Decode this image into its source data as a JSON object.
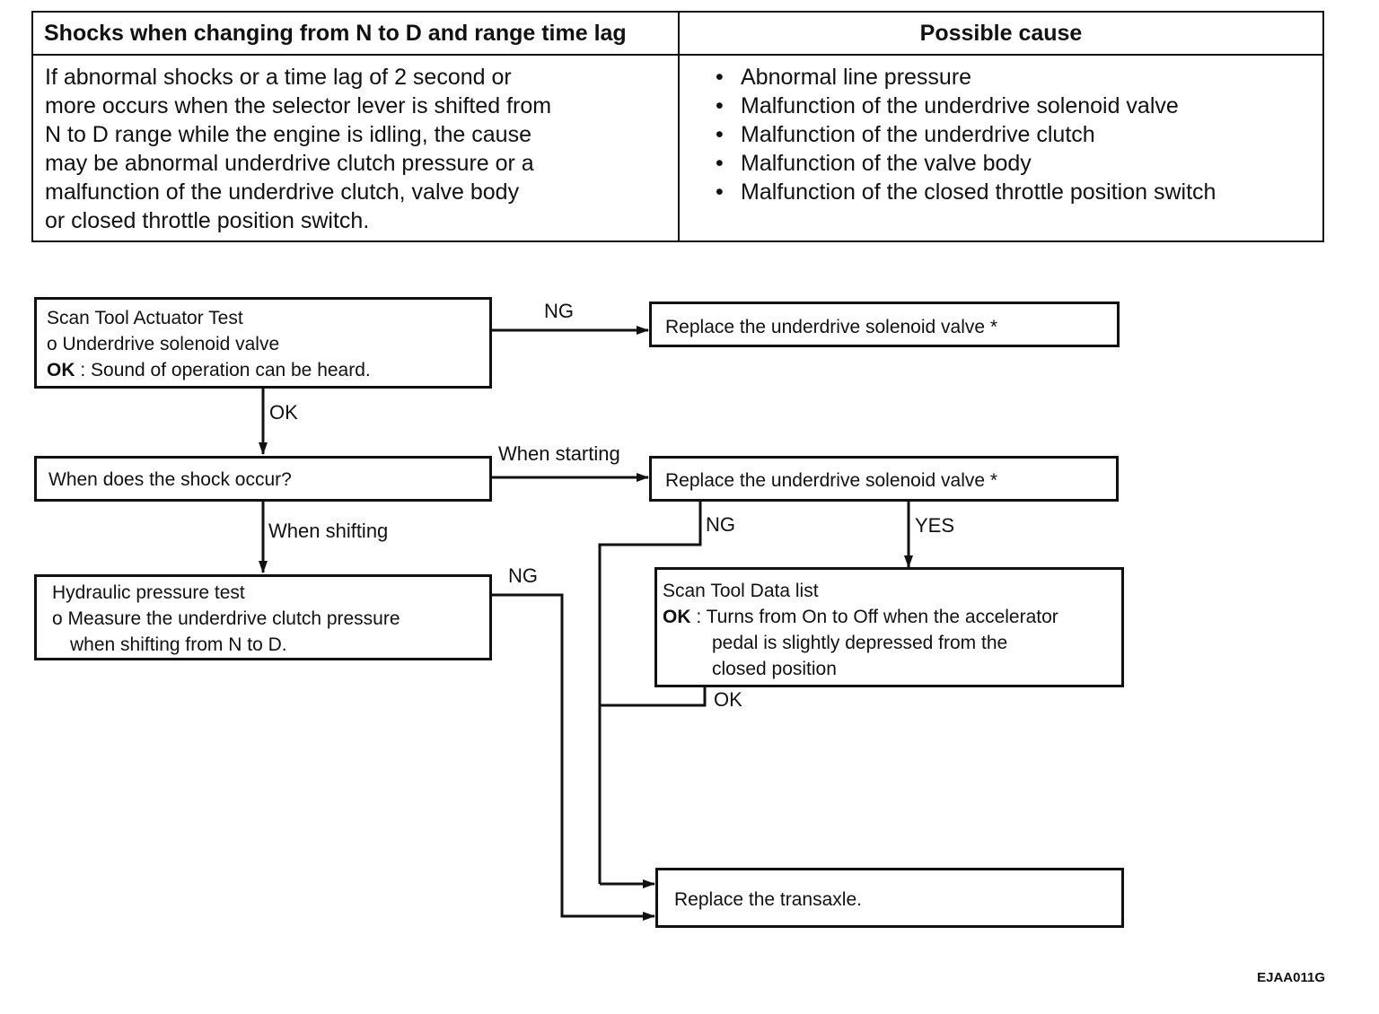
{
  "table": {
    "header_symptom": "Shocks when changing from N to D and range time lag",
    "header_cause": "Possible cause",
    "description_lines": [
      "If abnormal shocks or a time lag of 2 second or",
      "more occurs when the selector lever is shifted from",
      "N to D range while the engine is idling, the cause",
      "may be abnormal underdrive clutch pressure or a",
      "malfunction of the underdrive clutch, valve body",
      "or closed throttle position switch."
    ],
    "causes": [
      "Abnormal line pressure",
      "Malfunction of the underdrive solenoid valve",
      "Malfunction of the underdrive clutch",
      "Malfunction of the valve body",
      "Malfunction of the closed throttle position switch"
    ]
  },
  "flow": {
    "actuator_test": {
      "title": "Scan Tool Actuator Test",
      "item": "o Underdrive solenoid valve",
      "ok_label": "OK",
      "ok_text": " : Sound of operation can be heard."
    },
    "replace_solenoid_1": "Replace the underdrive solenoid valve *",
    "shock_question": "When does the shock occur?",
    "replace_solenoid_2": "Replace the underdrive solenoid valve *",
    "pressure_test": {
      "title": "Hydraulic pressure test",
      "line1": "o Measure the underdrive clutch pressure",
      "line2": "   when shifting from N to D."
    },
    "data_list": {
      "title": "Scan Tool Data list",
      "ok_label": "OK",
      "line1": " : Turns from On to Off when the accelerator",
      "line2": "pedal is slightly depressed from the",
      "line3": "closed position"
    },
    "replace_transaxle": "Replace the transaxle.",
    "labels": {
      "ng_actuator": "NG",
      "ok_actuator": "OK",
      "when_starting": "When starting",
      "when_shifting": "When shifting",
      "ng_pressure": "NG",
      "ng_solenoid": "NG",
      "yes_solenoid": "YES",
      "ok_data_list": "OK"
    }
  },
  "figure_code": "EJAA011G"
}
